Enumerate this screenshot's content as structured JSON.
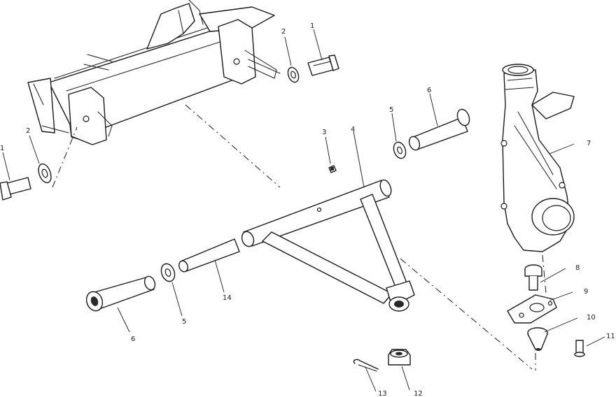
{
  "callouts": [
    {
      "id": "c1-top",
      "label": "1"
    },
    {
      "id": "c2-top",
      "label": "2"
    },
    {
      "id": "c2-left",
      "label": "2"
    },
    {
      "id": "c1-left",
      "label": "1"
    },
    {
      "id": "c3",
      "label": "3"
    },
    {
      "id": "c4",
      "label": "4"
    },
    {
      "id": "c5-top",
      "label": "5"
    },
    {
      "id": "c6-top",
      "label": "6"
    },
    {
      "id": "c7",
      "label": "7"
    },
    {
      "id": "c8",
      "label": "8"
    },
    {
      "id": "c9",
      "label": "9"
    },
    {
      "id": "c10",
      "label": "10"
    },
    {
      "id": "c11",
      "label": "11"
    },
    {
      "id": "c12",
      "label": "12"
    },
    {
      "id": "c13",
      "label": "13"
    },
    {
      "id": "c14",
      "label": "14"
    },
    {
      "id": "c5-bottom",
      "label": "5"
    },
    {
      "id": "c6-bottom",
      "label": "6"
    }
  ]
}
